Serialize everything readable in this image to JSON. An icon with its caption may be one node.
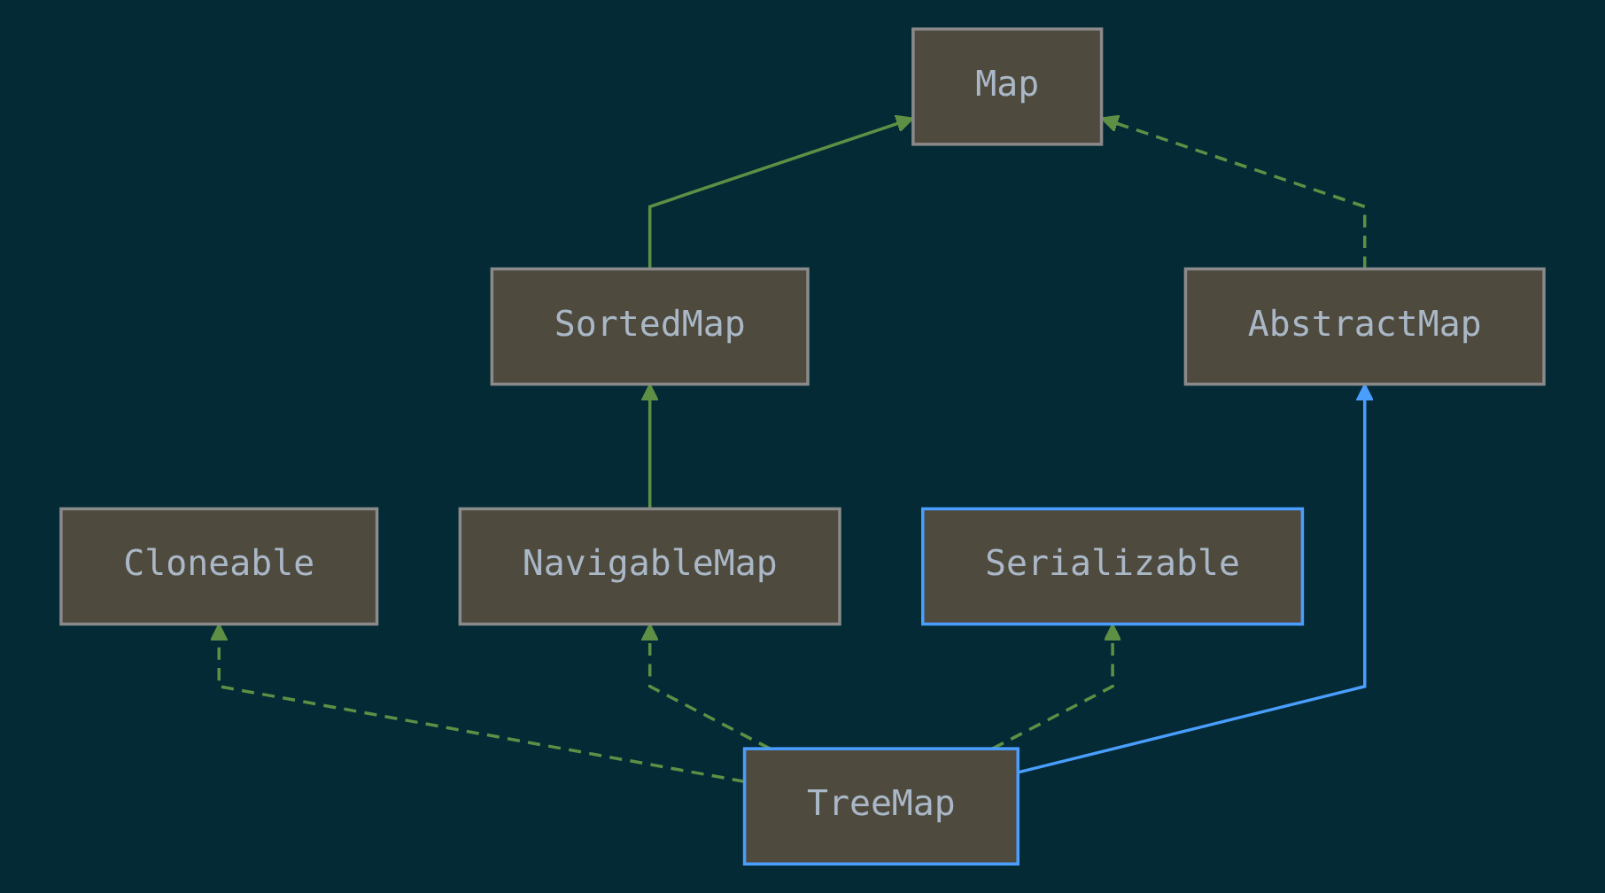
{
  "diagram": {
    "nodes": [
      {
        "text": [
          "Map"
        ]
      },
      {
        "text": [
          "SortedMap"
        ]
      },
      {
        "text": [
          "AbstractMap"
        ]
      },
      {
        "text": [
          "Cloneable"
        ]
      },
      {
        "text": [
          "NavigableMap"
        ]
      },
      {
        "text": [
          "Serializable"
        ]
      },
      {
        "text": [
          "TreeMap"
        ]
      }
    ],
    "edges": [
      {
        "from": 1,
        "to": 0,
        "arrow": "to"
      },
      {
        "from": 2,
        "to": 0,
        "arrow": "to",
        "style": "dashed"
      },
      {
        "from": 4,
        "to": 1,
        "arrow": "to"
      },
      {
        "from": 6,
        "to": 3,
        "arrow": "to",
        "style": "dashed"
      },
      {
        "from": 6,
        "to": 4,
        "arrow": "to",
        "style": "dashed"
      },
      {
        "from": 6,
        "to": 2,
        "arrow": "to",
        "color": "#4a9eff"
      },
      {
        "from": 6,
        "to": 5,
        "arrow": "to",
        "style": "dashed"
      }
    ]
  }
}
